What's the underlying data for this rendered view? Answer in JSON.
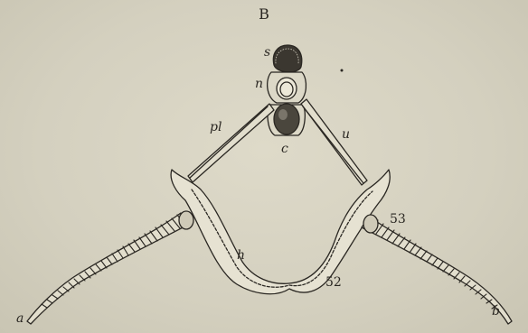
{
  "figure": {
    "title": "B",
    "labels": {
      "s": "s",
      "n": "n",
      "c": "c",
      "pl": "pl",
      "u": "u",
      "h": "h",
      "n53": "53",
      "n52": "52",
      "a": "a",
      "b": "b"
    }
  },
  "colors": {
    "paper": "#d6d2c3",
    "ink": "#2a2722"
  }
}
